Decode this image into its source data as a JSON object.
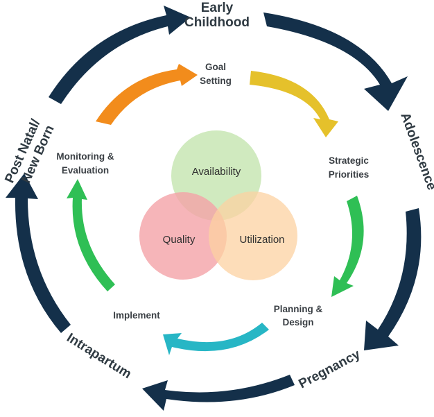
{
  "outer_stages": [
    {
      "line1": "Early",
      "line2": "Childhood"
    },
    {
      "line1": "Adolescence"
    },
    {
      "line1": "Pregnancy"
    },
    {
      "line1": "Intrapartum"
    },
    {
      "line1": "Post Natal/",
      "line2": "New Born"
    }
  ],
  "inner_steps": [
    {
      "line1": "Goal",
      "line2": "Setting"
    },
    {
      "line1": "Strategic",
      "line2": "Priorities"
    },
    {
      "line1": "Planning &",
      "line2": "Design"
    },
    {
      "line1": "Implement"
    },
    {
      "line1": "Monitoring &",
      "line2": "Evaluation"
    }
  ],
  "venn": {
    "top": "Availability",
    "left": "Quality",
    "right": "Utilization"
  },
  "colors": {
    "outer_arrow": "#14304a",
    "goal_setting_arrow": "#f28c1c",
    "strategic_priorities_arrow": "#e5c12b",
    "planning_design_arrow": "#2fbf55",
    "implement_arrow": "#27b6c5",
    "monitoring_arrow": "#2fbf55",
    "availability": "#c8e6b4",
    "quality": "#f4a3a8",
    "utilization": "#fcd2a2"
  }
}
